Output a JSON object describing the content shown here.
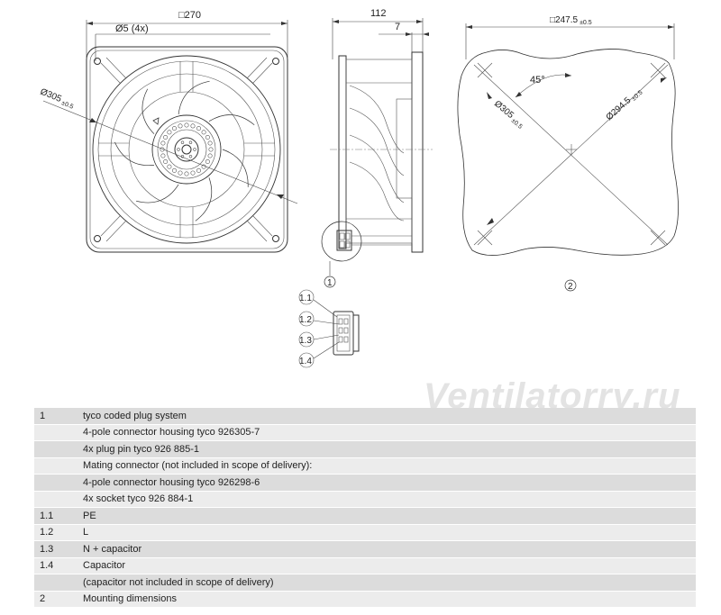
{
  "front_view": {
    "dim_width": "□270",
    "dim_holes": "Ø5 (4x)",
    "dim_ring_main": "Ø305",
    "dim_ring_tol": "±0.5"
  },
  "side_view": {
    "dim_depth": "112",
    "dim_flange": "7",
    "detail_callout": "1",
    "pin_labels": [
      "1.1",
      "1.2",
      "1.3",
      "1.4"
    ]
  },
  "mounting_view": {
    "dim_square_main": "□247.5",
    "dim_square_tol": "±0.5",
    "dim_angle": "45°",
    "dim_d305_main": "Ø305",
    "dim_d305_tol": "±0.5",
    "dim_d2945_main": "Ø294.5",
    "dim_d2945_tol": "±0.5",
    "callout": "2"
  },
  "watermark": "Ventilatorry.ru",
  "legend": [
    {
      "num": "1",
      "text": "tyco coded plug system"
    },
    {
      "num": "",
      "text": "4-pole connector housing tyco 926305-7"
    },
    {
      "num": "",
      "text": "4x plug pin tyco 926 885-1"
    },
    {
      "num": "",
      "text": "Mating connector (not included in scope of delivery):"
    },
    {
      "num": "",
      "text": "4-pole connector housing tyco 926298-6"
    },
    {
      "num": "",
      "text": "4x socket tyco 926 884-1"
    },
    {
      "num": "1.1",
      "text": "PE"
    },
    {
      "num": "1.2",
      "text": "L"
    },
    {
      "num": "1.3",
      "text": "N + capacitor"
    },
    {
      "num": "1.4",
      "text": "Capacitor"
    },
    {
      "num": "",
      "text": "(capacitor not included in scope of delivery)"
    },
    {
      "num": "2",
      "text": "Mounting dimensions"
    }
  ]
}
